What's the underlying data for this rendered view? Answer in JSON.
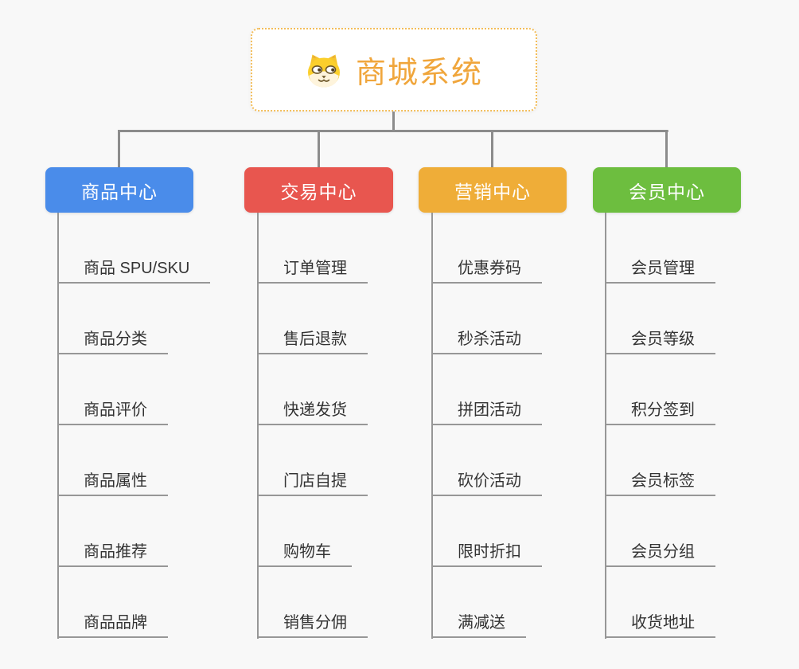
{
  "root": {
    "label": "商城系统",
    "icon": "dog-face-icon",
    "text_color": "#F0A63C",
    "border_color": "#F3BD59"
  },
  "branches": [
    {
      "label": "商品中心",
      "color": "#4A8CEA",
      "items": [
        "商品 SPU/SKU",
        "商品分类",
        "商品评价",
        "商品属性",
        "商品推荐",
        "商品品牌"
      ]
    },
    {
      "label": "交易中心",
      "color": "#E8564F",
      "items": [
        "订单管理",
        "售后退款",
        "快递发货",
        "门店自提",
        "购物车",
        "销售分佣"
      ]
    },
    {
      "label": "营销中心",
      "color": "#EFAD38",
      "items": [
        "优惠券码",
        "秒杀活动",
        "拼团活动",
        "砍价活动",
        "限时折扣",
        "满减送"
      ]
    },
    {
      "label": "会员中心",
      "color": "#6DBE3F",
      "items": [
        "会员管理",
        "会员等级",
        "积分签到",
        "会员标签",
        "会员分组",
        "收货地址"
      ]
    }
  ],
  "colors": {
    "background": "#F8F8F8",
    "connector": "#8C8C8C",
    "underline": "#979797",
    "leaf_text": "#333333"
  }
}
